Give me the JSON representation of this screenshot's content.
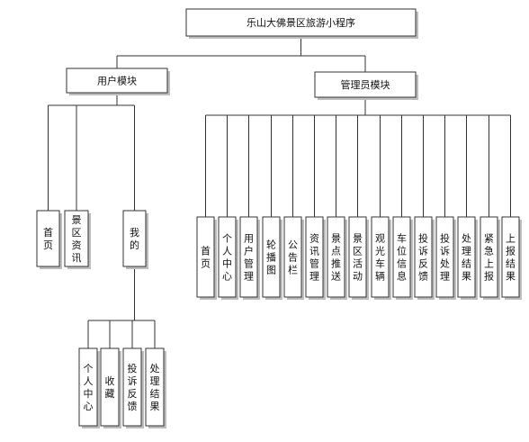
{
  "root": {
    "id": "root",
    "label": "乐山大佛景区旅游小程序"
  },
  "user_module": {
    "id": "user",
    "label": "用户模块",
    "children": [
      {
        "id": "u1",
        "label": "首页"
      },
      {
        "id": "u2",
        "label": "景区资讯"
      },
      {
        "id": "u3",
        "label": "我的",
        "children": [
          {
            "id": "m1",
            "label": "个人中心"
          },
          {
            "id": "m2",
            "label": "收藏"
          },
          {
            "id": "m3",
            "label": "投诉反馈"
          },
          {
            "id": "m4",
            "label": "处理结果"
          }
        ]
      }
    ]
  },
  "admin_module": {
    "id": "admin",
    "label": "管理员模块",
    "children": [
      {
        "id": "a1",
        "label": "首页"
      },
      {
        "id": "a2",
        "label": "个人中心"
      },
      {
        "id": "a3",
        "label": "用户管理"
      },
      {
        "id": "a4",
        "label": "轮播图"
      },
      {
        "id": "a5",
        "label": "公告栏"
      },
      {
        "id": "a6",
        "label": "资讯管理"
      },
      {
        "id": "a7",
        "label": "景点推送"
      },
      {
        "id": "a8",
        "label": "景区活动"
      },
      {
        "id": "a9",
        "label": "观光车辆"
      },
      {
        "id": "a10",
        "label": "车位信息"
      },
      {
        "id": "a11",
        "label": "投诉反馈"
      },
      {
        "id": "a12",
        "label": "投诉处理"
      },
      {
        "id": "a13",
        "label": "处理结果"
      },
      {
        "id": "a14",
        "label": "紧急上报"
      },
      {
        "id": "a15",
        "label": "上报结果"
      }
    ]
  }
}
